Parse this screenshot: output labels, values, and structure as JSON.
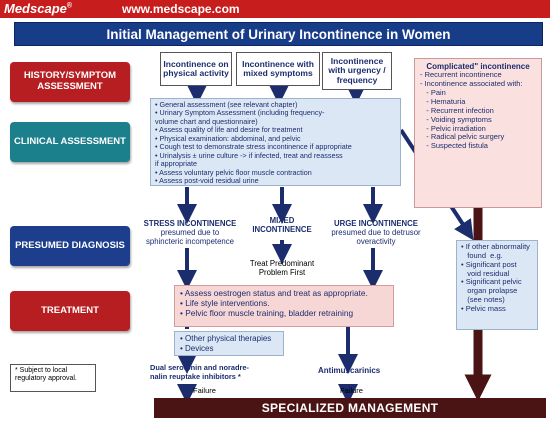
{
  "header": {
    "logo": "Medscape",
    "logo_mark": "®",
    "url": "www.medscape.com"
  },
  "title": "Initial Management of Urinary Incontinence in Women",
  "stages": {
    "history": "HISTORY/SYMPTOM ASSESSMENT",
    "clinical": "CLINICAL ASSESSMENT",
    "diagnosis": "PRESUMED DIAGNOSIS",
    "treatment": "TREATMENT"
  },
  "symptom_boxes": [
    "Incontinence on physical activity",
    "Incontinence with mixed symptoms",
    "Incontinence with urgency / frequency"
  ],
  "assessment_items": [
    "• General assessment (see relevant chapter)",
    "• Urinary Symptom Assessment (including frequency-",
    "   volume chart and questionnaire)",
    "• Assess quality of life and desire for treatment",
    "• Physical examination: abdominal,  and pelvic",
    "• Cough test to demonstrate stress incontinence if appropriate",
    "• Urinalysis ± urine culture -> if infected, treat and reassess",
    "   if appropriate",
    "• Assess voluntary pelvic floor muscle contraction",
    "• Assess post-void residual urine"
  ],
  "complicated": {
    "title": "Complicated\" incontinence",
    "items": [
      "- Recurrent incontinence",
      "- Incontinence associated with:",
      "   - Pain",
      "   - Hematuria",
      "   - Recurrent infection",
      "   - Voiding symptoms",
      "   - Pelvic irradiation",
      "   - Radical pelvic surgery",
      "   - Suspected fistula"
    ]
  },
  "diagnoses": {
    "stress": {
      "title": "STRESS INCONTINENCE",
      "sub1": "presumed due to",
      "sub2": "sphincteric incompetence"
    },
    "mixed": {
      "title1": "MIXED",
      "title2": "INCONTINENCE",
      "note1": "Treat Predominant",
      "note2": "Problem First"
    },
    "urge": {
      "title": "URGE INCONTINENCE",
      "sub1": "presumed due to detrusor",
      "sub2": "overactivity"
    }
  },
  "treatment_items": [
    "• Assess oestrogen status and treat as appropriate.",
    "• Life style interventions.",
    "• Pelvic floor muscle training, bladder retraining"
  ],
  "other_items": [
    "• Other physical therapies",
    "• Devices"
  ],
  "drug_left": {
    "line1": "Dual serotonin and noradre-",
    "line2": "nalin reuptake inhibitors *"
  },
  "drug_right": "Antimuscarinics",
  "failure": "Failure",
  "abnormality_items": [
    "• If other abnormality",
    "   found  e.g.",
    "• Significant post",
    "   void residual",
    "• Significant pelvic",
    "   organ prolapse",
    "   (see notes)",
    "• Pelvic mass"
  ],
  "footnote": {
    "line1": "* Subject to local",
    "line2": "regulatory approval."
  },
  "specialized": "SPECIALIZED MANAGEMENT",
  "colors": {
    "brand_red": "#c81d1d",
    "title_navy": "#173c88",
    "final_bar": "#4b1414",
    "arrow_navy": "#1c2d6e"
  }
}
